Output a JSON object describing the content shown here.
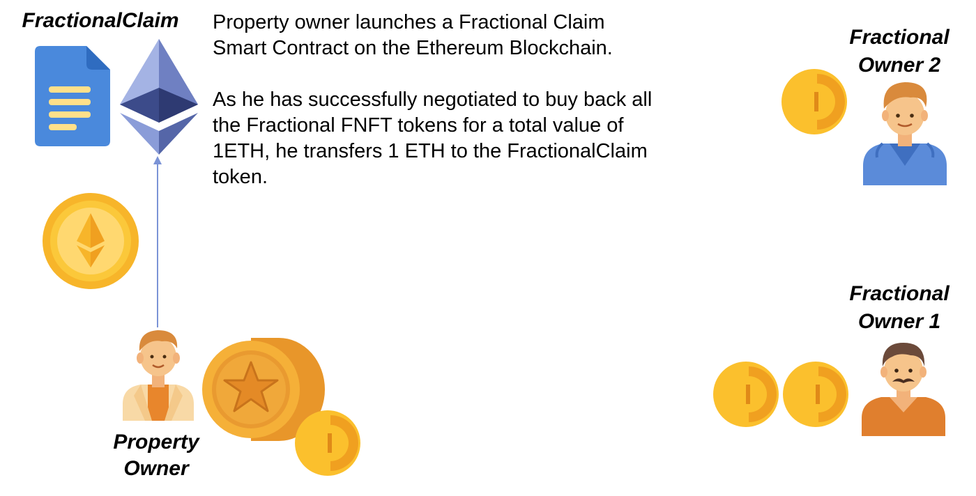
{
  "contract": {
    "title": "FractionalClaim",
    "document_icon": "document-icon",
    "ethereum_icon": "ethereum-logo-icon"
  },
  "description": {
    "paragraph_1": "Property owner launches a Fractional Claim Smart Contract on the Ethereum Blockchain.",
    "paragraph_2": "As he has successfully negotiated  to buy back all the Fractional FNFT tokens for a total value of 1ETH, he transfers 1 ETH to the FractionalClaim token."
  },
  "actors": {
    "property_owner": {
      "label_line1": "Property",
      "label_line2": "Owner"
    },
    "fractional_owner_2": {
      "label_line1": "Fractional",
      "label_line2": "Owner 2"
    },
    "fractional_owner_1": {
      "label_line1": "Fractional",
      "label_line2": "Owner 1"
    }
  },
  "colors": {
    "coin_gold": "#FBC02D",
    "coin_dark": "#F0A020",
    "coin_rim": "#F7B52A",
    "document_blue": "#4A89DC",
    "document_lines": "#FFE08A",
    "ethereum_dark": "#3C4B8A",
    "ethereum_light": "#8A9CD8",
    "arrow": "#7B93D6",
    "shirt_blue": "#5B8BD9",
    "skin": "#F6C48B",
    "hair_orange": "#D98A3C"
  }
}
